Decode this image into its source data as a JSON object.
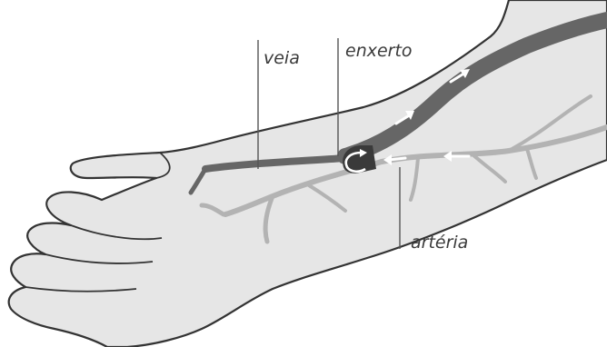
{
  "labels": {
    "vein": "veia",
    "graft": "enxerto",
    "artery": "artéria"
  },
  "colors": {
    "skin": "#e6e6e6",
    "outline": "#333333",
    "vein": "#666666",
    "artery": "#b3b3b3",
    "graft": "#3a3a3a",
    "arrow": "#ffffff",
    "leader": "#555555"
  }
}
